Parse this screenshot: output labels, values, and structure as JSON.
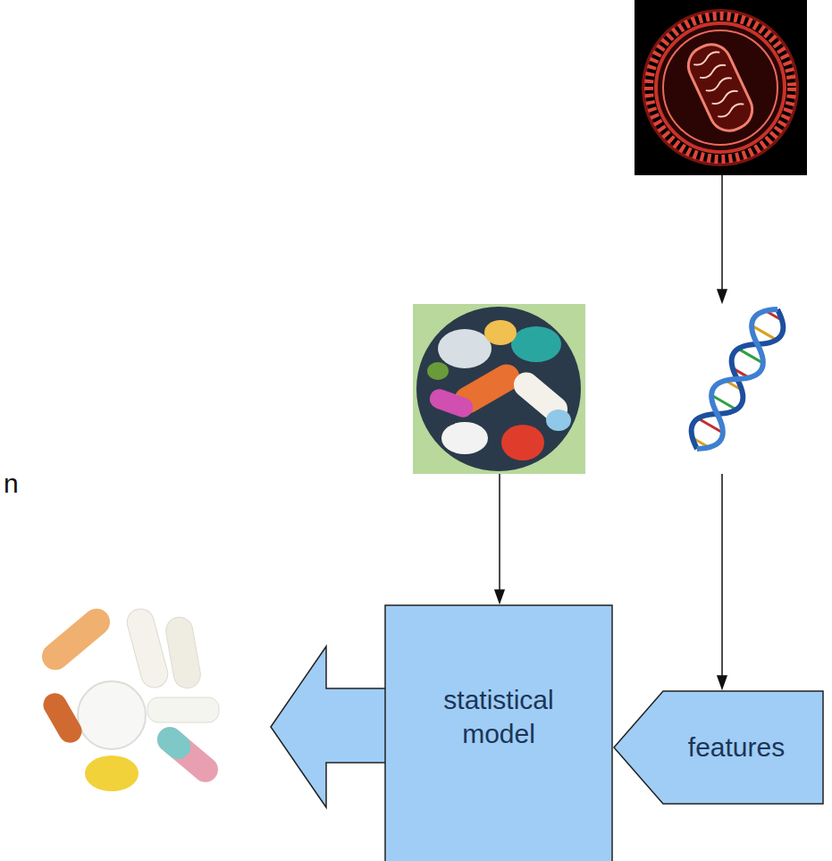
{
  "diagram": {
    "nodes": [
      {
        "text": [
          "statistical model"
        ]
      },
      {
        "text": [
          "features"
        ]
      }
    ],
    "labels": [
      "n"
    ]
  }
}
